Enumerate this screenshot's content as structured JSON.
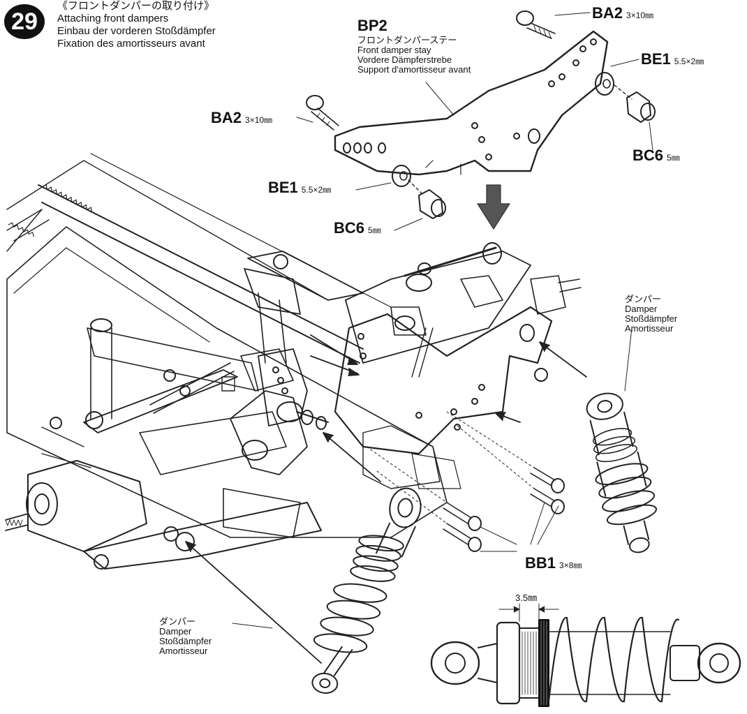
{
  "step": {
    "number": "29",
    "title_ja": "《フロントダンパーの取り付け》",
    "title_en": "Attaching front dampers",
    "title_de": "Einbau der vorderen Stoßdämpfer",
    "title_fr": "Fixation des amortisseurs avant"
  },
  "parts": {
    "ba2_top": {
      "code": "BA2",
      "size": "3×10㎜"
    },
    "ba2_left": {
      "code": "BA2",
      "size": "3×10㎜"
    },
    "be1_right": {
      "code": "BE1",
      "size": "5.5×2㎜"
    },
    "be1_left": {
      "code": "BE1",
      "size": "5.5×2㎜"
    },
    "bc6_right": {
      "code": "BC6",
      "size": "5㎜"
    },
    "bc6_left": {
      "code": "BC6",
      "size": "5㎜"
    },
    "bb1": {
      "code": "BB1",
      "size": "3×8㎜"
    },
    "bp2": {
      "code": "BP2",
      "name_ja": "フロントダンパーステー",
      "name_en": "Front damper stay",
      "name_de": "Vordere Dämpferstrebe",
      "name_fr": "Support d'amortisseur avant"
    }
  },
  "damper_right": {
    "ja": "ダンパー",
    "en": "Damper",
    "de": "Stoßdämpfer",
    "fr": "Amortisseur"
  },
  "damper_left": {
    "ja": "ダンパー",
    "en": "Damper",
    "de": "Stoßdämpfer",
    "fr": "Amortisseur"
  },
  "detail": {
    "dimension": "3.5㎜"
  }
}
